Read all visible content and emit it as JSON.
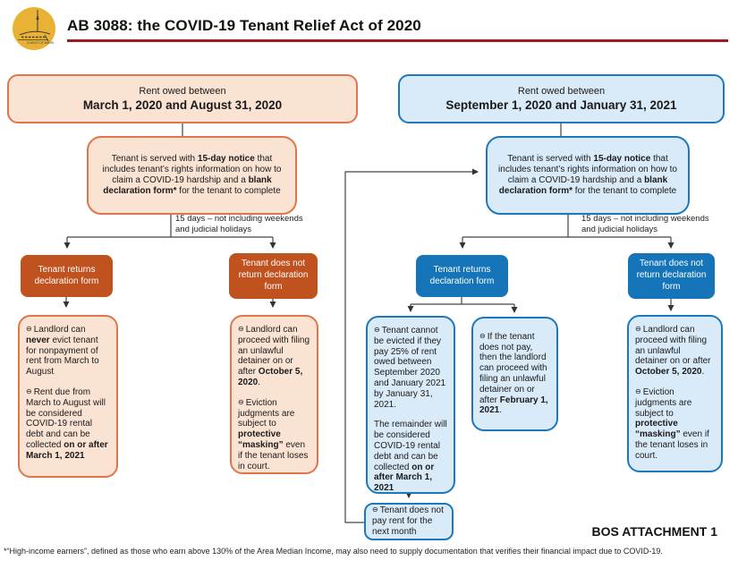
{
  "header": {
    "title": "AB 3088: the COVID-19 Tenant Relief Act of 2020",
    "logo_caption": "COUNTY OF MARIN"
  },
  "colors": {
    "title_underline": "#9a1c20",
    "logo_gold": "#e9b234",
    "orange_fill": "#fbe3d4",
    "orange_border": "#df764b",
    "orange_solid": "#c0521f",
    "blue_fill": "#d9eaf8",
    "blue_border": "#1e78bd",
    "blue_solid": "#1674b8",
    "connector_line": "#444444"
  },
  "bullet": "⊖",
  "shared": {
    "notice": {
      "t1": "Tenant is served with ",
      "b1": "15-day notice",
      "t2": " that includes tenant’s rights information on how to claim a COVID-19 hardship and a ",
      "b2": "blank declaration form*",
      "t3": " for the tenant to complete"
    },
    "delay_line1": "15 days – not including weekends",
    "delay_line2": "and judicial holidays",
    "returns_label": "Tenant returns declaration form",
    "not_returns_label": "Tenant does not return declaration form",
    "landlord_proceed": {
      "t1": "Landlord can proceed with filing an unlawful detainer on or after ",
      "b1": "October 5, 2020",
      "t2": ".",
      "t3": "Eviction judgments are subject to ",
      "b2": "protective “masking”",
      "t4": " even if the tenant loses in court."
    }
  },
  "left": {
    "rent_line1": "Rent owed between",
    "rent_line2": "March 1, 2020 and August 31, 2020",
    "returns_detail": {
      "t1": "Landlord can ",
      "b1": "never",
      "t2": " evict tenant for nonpayment of rent from March to August",
      "t3": "Rent due from March to August will be considered COVID-19 rental debt and can be collected ",
      "b2": "on or after March 1, 2021"
    }
  },
  "right": {
    "rent_line1": "Rent owed between",
    "rent_line2": "September 1, 2020 and January 31, 2021",
    "returns_detail": {
      "t1": "Tenant cannot be evicted if they pay 25% of rent owed between September 2020 and January 2021 by January 31, 2021.",
      "t2": "The remainder will be considered COVID-19 rental debt and can be collected ",
      "b1": "on or after March 1, 2021"
    },
    "no_pay_detail": {
      "t1": "If the tenant does not pay, then the landlord can proceed with filing an unlawful detainer on or after ",
      "b1": "February 1, 2021",
      "t2": "."
    },
    "no_pay_next": "Tenant does not pay rent for the next month"
  },
  "footer": {
    "attachment": "BOS ATTACHMENT 1",
    "footnote": "*“High-income earners”, defined as those who earn above 130% of the Area Median Income, may also need to supply documentation that verifies their financial impact due to COVID-19."
  }
}
